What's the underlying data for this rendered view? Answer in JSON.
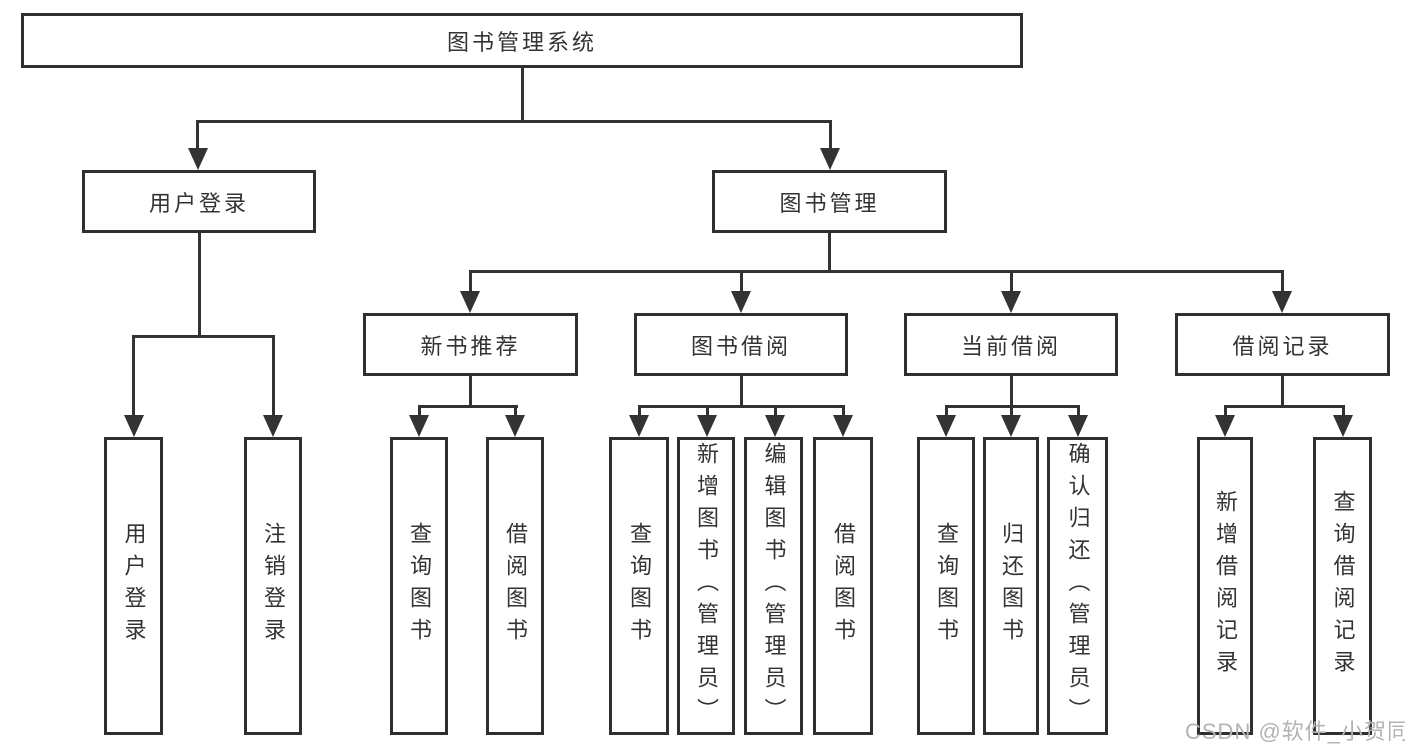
{
  "tree": {
    "label": "图书管理系统",
    "children": [
      {
        "label": "用户登录",
        "children": [
          {
            "label": "用户登录"
          },
          {
            "label": "注销登录"
          }
        ]
      },
      {
        "label": "图书管理",
        "children": [
          {
            "label": "新书推荐",
            "children": [
              {
                "label": "查询图书"
              },
              {
                "label": "借阅图书"
              }
            ]
          },
          {
            "label": "图书借阅",
            "children": [
              {
                "label": "查询图书"
              },
              {
                "label": "新增图书（管理员）"
              },
              {
                "label": "编辑图书（管理员）"
              },
              {
                "label": "借阅图书"
              }
            ]
          },
          {
            "label": "当前借阅",
            "children": [
              {
                "label": "查询图书"
              },
              {
                "label": "归还图书"
              },
              {
                "label": "确认归还（管理员）"
              }
            ]
          },
          {
            "label": "借阅记录",
            "children": [
              {
                "label": "新增借阅记录"
              },
              {
                "label": "查询借阅记录"
              }
            ]
          }
        ]
      }
    ]
  },
  "watermark": "CSDN @软件_小贺同学",
  "colors": {
    "line": "#333333",
    "box_border": "#2f2f2f",
    "text": "#333333",
    "watermark": "#b3b3b3",
    "background": "#ffffff"
  }
}
